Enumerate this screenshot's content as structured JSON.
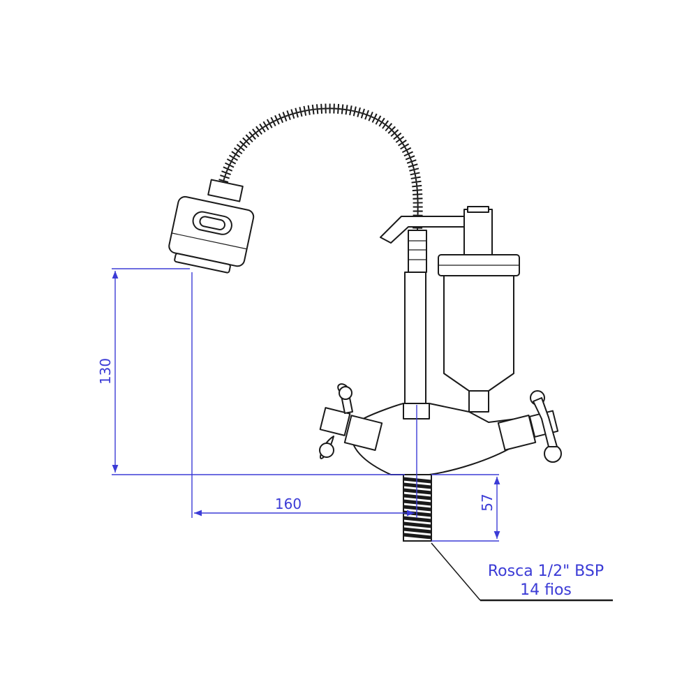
{
  "dimensions": {
    "height_spout": "130",
    "reach": "160",
    "thread_length": "57"
  },
  "thread_note": {
    "line1": "Rosca 1/2\" BSP",
    "line2": "14 fios"
  },
  "colors": {
    "dimension": "#3b3bd6",
    "drawing": "#1a1a1a"
  }
}
